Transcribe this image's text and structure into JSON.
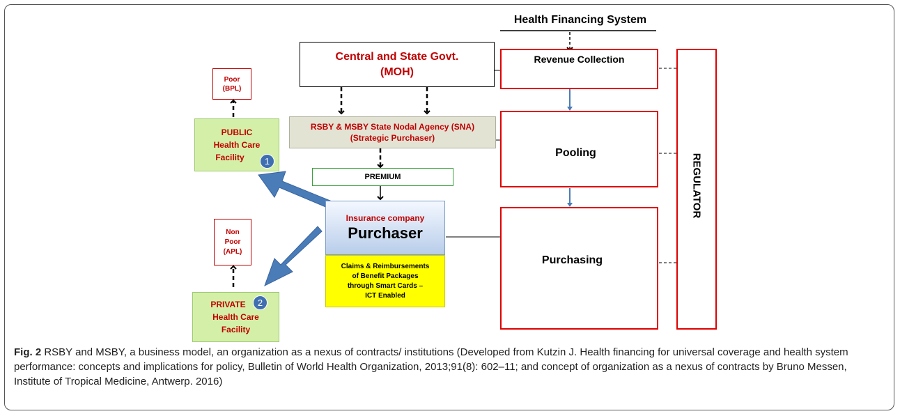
{
  "diagram": {
    "header": "Health Financing System",
    "govt": {
      "line1": "Central and State Govt.",
      "line2": "(MOH)"
    },
    "sna": {
      "line1": "RSBY & MSBY State Nodal Agency (SNA)",
      "line2": "(Strategic Purchaser)"
    },
    "premium": "PREMIUM",
    "insurer": {
      "small": "Insurance company",
      "big": "Purchaser"
    },
    "claims": [
      "Claims & Reimbursements",
      "of Benefit Packages",
      "through Smart Cards –",
      "ICT Enabled"
    ],
    "poor": [
      "Poor",
      "(BPL)"
    ],
    "nonpoor": [
      "Non",
      "Poor",
      "(APL)"
    ],
    "public": {
      "line1": "PUBLIC",
      "line2": "Health  Care",
      "line3": "Facility",
      "badge": "1"
    },
    "private": {
      "line1": "PRIVATE",
      "line2": "Health  Care",
      "line3": "Facility",
      "badge": "2"
    },
    "stages": {
      "revenue": "Revenue Collection",
      "pooling": "Pooling",
      "purchasing": "Purchasing"
    },
    "regulator": "REGULATOR"
  },
  "caption": {
    "label": "Fig. 2",
    "text": " RSBY and MSBY, a business model, an organization as a nexus of contracts/ institutions (Developed from Kutzin J. Health financing for universal coverage and health system performance: concepts and implications for policy, Bulletin of World Health Organization, 2013;91(8): 602–11; and concept of organization as a nexus of contracts by Bruno Messen, Institute of Tropical Medicine, Antwerp. 2016)"
  },
  "colors": {
    "red": "#c00000",
    "green_fill": "#d4f0a8",
    "blue_arrow": "#4a7cb8",
    "yellow": "#ffff00"
  }
}
